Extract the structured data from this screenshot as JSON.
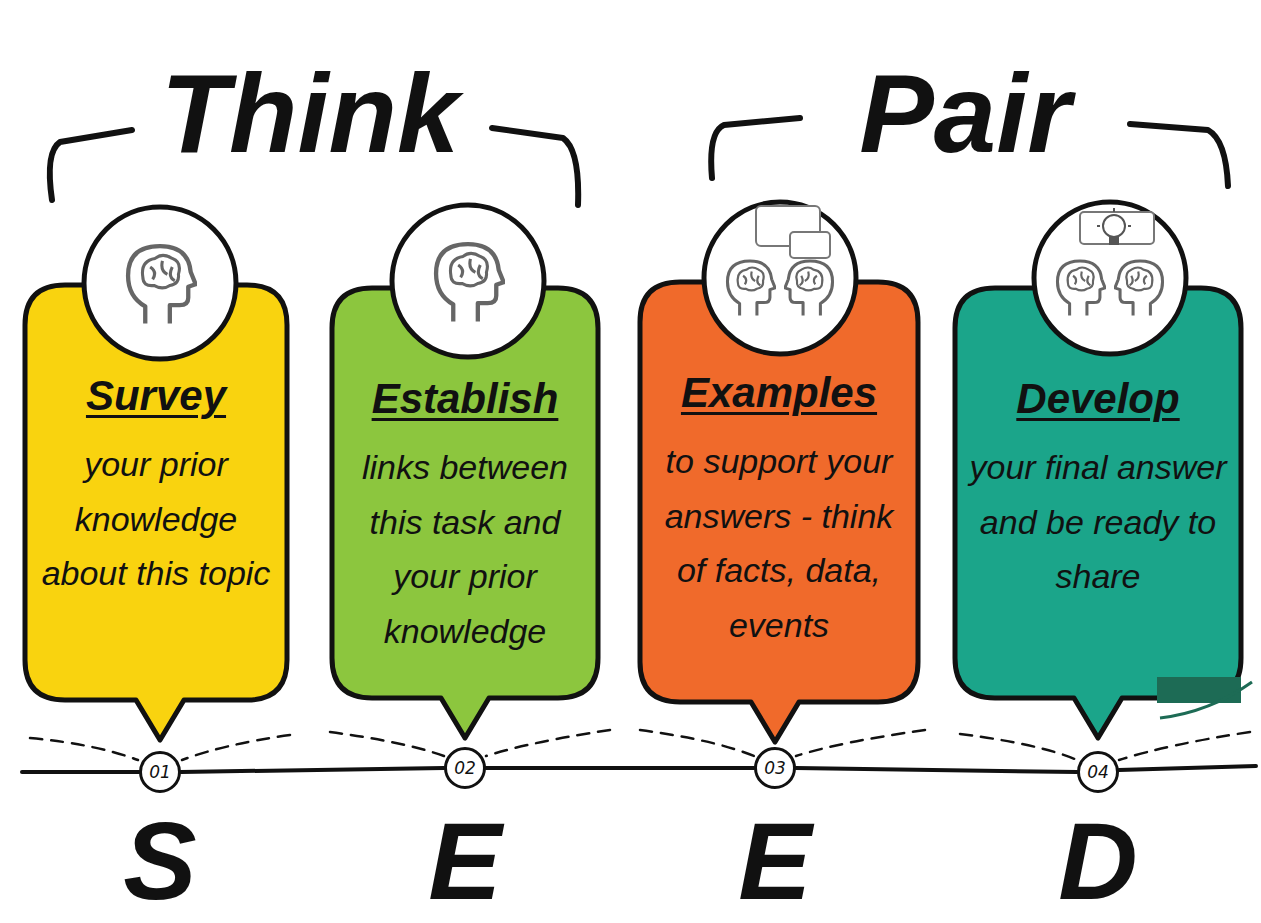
{
  "diagram": {
    "nodes": [
      {
        "text": [
          "Survey",
          "your prior knowledge about this topic"
        ]
      },
      {
        "text": [
          "Establish",
          "links between this task and your prior knowledge"
        ]
      },
      {
        "text": [
          "Examples",
          "to support your answers - think of facts, data, events"
        ]
      },
      {
        "text": [
          "Develop",
          "your final answer and be ready to share"
        ]
      },
      {
        "text": [
          "01"
        ]
      },
      {
        "text": [
          "02"
        ]
      },
      {
        "text": [
          "03"
        ]
      },
      {
        "text": [
          "04"
        ]
      }
    ],
    "edges": [
      {
        "from": 4,
        "to": 5,
        "arrow": "none"
      },
      {
        "from": 5,
        "to": 6,
        "arrow": "none"
      },
      {
        "from": 6,
        "to": 7,
        "arrow": "none"
      }
    ],
    "labels": [
      "Think",
      "Pair",
      "S",
      "E",
      "E",
      "D"
    ]
  }
}
